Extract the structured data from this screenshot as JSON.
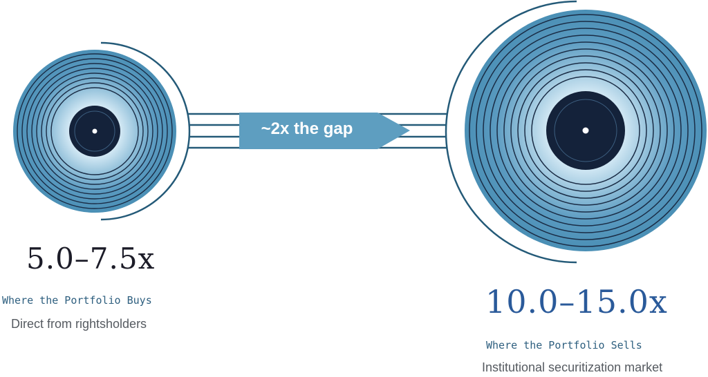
{
  "arrow": {
    "label": "~2x the gap"
  },
  "left": {
    "multiple": "5.0–7.5x",
    "caption": "Where the Portfolio Buys",
    "subcaption": "Direct from rightsholders"
  },
  "right": {
    "multiple": "10.0–15.0x",
    "caption": "Where the Portfolio Sells",
    "subcaption": "Institutional securitization market"
  },
  "colors": {
    "disc_fill": "#4f93b6",
    "disc_glow": "#cfe6f3",
    "groove": "#1a2c45",
    "label": "#14223a",
    "arc": "#245a78",
    "arrow": "#5e9ec0",
    "lines": "#245a78"
  },
  "icons": {
    "disc": "vinyl-record-icon"
  }
}
